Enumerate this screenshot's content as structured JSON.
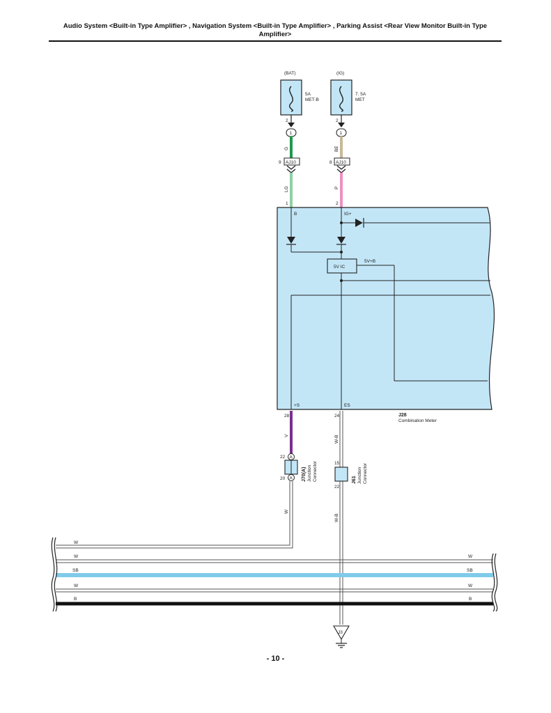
{
  "header": {
    "title": "Audio System <Built-in Type Amplifier> , Navigation System <Built-in Type Amplifier> , Parking Assist <Rear View Monitor Built-in Type Amplifier>"
  },
  "page_number": "- 10 -",
  "fuses": [
    {
      "source": "(BAT)",
      "rating": "5A",
      "name": "MET-B",
      "pin": "2",
      "terminal": "1"
    },
    {
      "source": "(IG)",
      "rating": "7. 5A",
      "name": "MET",
      "pin": "2",
      "terminal": "1"
    }
  ],
  "wires": {
    "bat_upper": "G",
    "ig_upper": "BE",
    "bat_lower": "LG",
    "ig_lower": "P",
    "s_out": "V",
    "es_out": "W-B",
    "jc1_out": "W",
    "jc2_out": "W-B"
  },
  "connector_aj10": {
    "label": "AJ10",
    "pin_bat": "9",
    "pin_ig": "8"
  },
  "meter": {
    "pin_b": "1",
    "pin_ig": "2",
    "term_b": "B",
    "term_ig": "IG+",
    "ic_label": "5V IC",
    "ic_out": "5V+B",
    "term_s": "+S",
    "term_es": "ES",
    "pin_s": "28",
    "pin_es": "24",
    "code": "J28",
    "name": "Combination Meter"
  },
  "junction_1": {
    "code": "J70(A)",
    "line1": "Junction",
    "line2": "Connector",
    "pin_top": "22",
    "pin_bottom": "20",
    "terminal": "A"
  },
  "junction_2": {
    "code": "J61",
    "line1": "Junction",
    "line2": "Connector",
    "pin_top": "15",
    "pin_bottom": "22"
  },
  "ground": {
    "label": "J3"
  },
  "bus": [
    {
      "label_left": "W",
      "label_right": "",
      "color": "#ffffff"
    },
    {
      "label_left": "W",
      "label_right": "W",
      "color": "#ffffff"
    },
    {
      "label_left": "SB",
      "label_right": "SB",
      "color": "#80cbea"
    },
    {
      "label_left": "W",
      "label_right": "W",
      "color": "#ffffff"
    },
    {
      "label_left": "B",
      "label_right": "B",
      "color": "#111111"
    }
  ],
  "colors": {
    "component_fill": "#c3e6f7",
    "wire_g": "#1e9a4a",
    "wire_be": "#c8b89a",
    "wire_lg": "#8fd0a4",
    "wire_p": "#ee8fc2",
    "wire_v": "#7a2f8f",
    "wire_sb": "#80cbea",
    "wire_b": "#111111"
  }
}
